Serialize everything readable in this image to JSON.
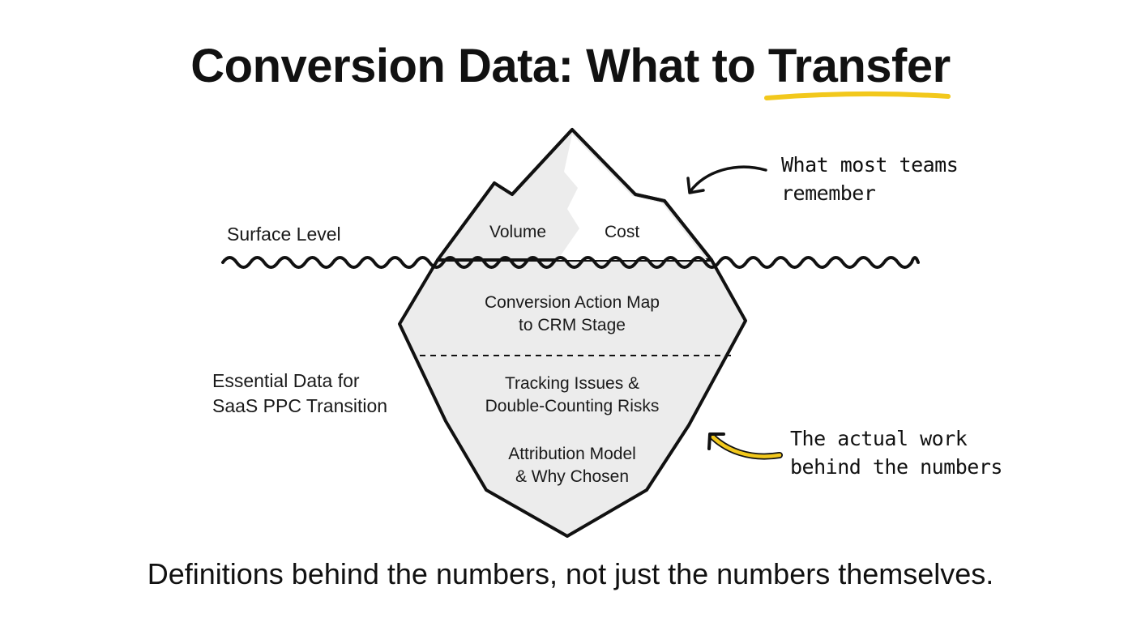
{
  "title": {
    "prefix": "Conversion Data: What to ",
    "highlight": "Transfer",
    "highlight_color": "#f2c81c"
  },
  "waterline_label": "Surface Level",
  "side_label": {
    "line1": "Essential Data for",
    "line2": "SaaS PPC Transition"
  },
  "above_water": {
    "left_item": "Volume",
    "right_item": "Cost"
  },
  "below_water": {
    "section1": {
      "line1": "Conversion Action Map",
      "line2": "to CRM Stage"
    },
    "section2": {
      "line1": "Tracking Issues &",
      "line2": "Double-Counting Risks"
    },
    "section3": {
      "line1": "Attribution Model",
      "line2": "& Why Chosen"
    }
  },
  "annotations": {
    "top": {
      "line1": "What most teams",
      "line2": "remember",
      "arrow_color": "#111111"
    },
    "bottom": {
      "line1": "The actual work",
      "line2": "behind the numbers",
      "arrow_color": "#f2c81c"
    }
  },
  "footer": "Definitions behind the numbers, not just the numbers themselves.",
  "colors": {
    "ice_fill": "#ececec",
    "ice_highlight": "#ffffff",
    "outline": "#111111",
    "accent": "#f2c81c"
  }
}
